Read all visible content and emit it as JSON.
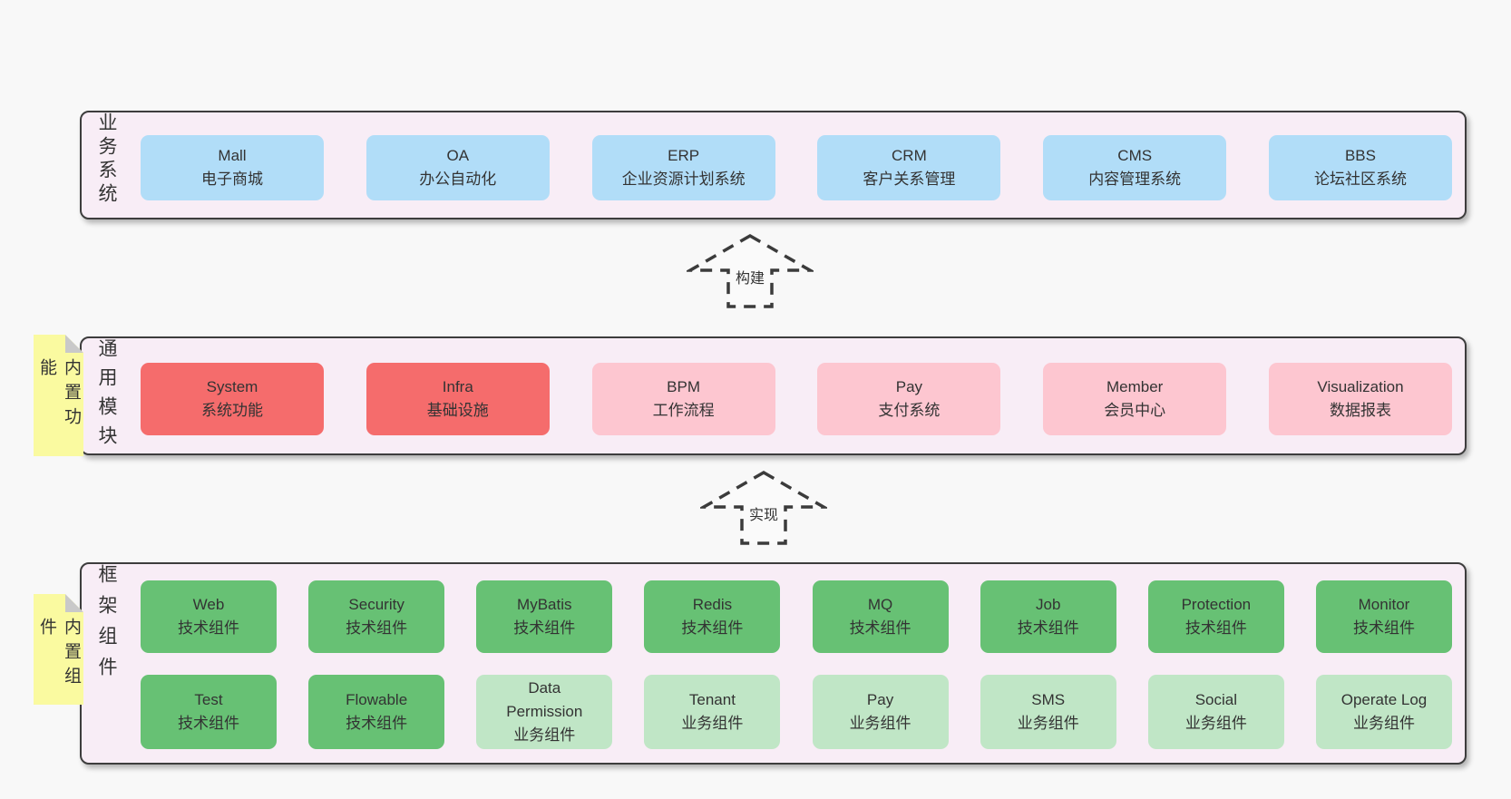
{
  "colors": {
    "page-bg": "#f8f8f8",
    "panel-bg": "#f8edf6",
    "panel-border": "#3d3d3d",
    "blue": "#b1ddf8",
    "red": "#f56c6c",
    "pink": "#fdc6d0",
    "green": "#67c174",
    "lightgreen": "#c0e6c6",
    "sticky": "#fafaa0",
    "fold": "#c9c9c9",
    "arrow": "#3b3b3b",
    "text": "#333333"
  },
  "sections": [
    {
      "id": "business-systems",
      "label": "业务系统",
      "sticky": null,
      "rows": [
        [
          {
            "name": "Mall",
            "desc": "电子商城",
            "type": "blue"
          },
          {
            "name": "OA",
            "desc": "办公自动化",
            "type": "blue"
          },
          {
            "name": "ERP",
            "desc": "企业资源计划系统",
            "type": "blue"
          },
          {
            "name": "CRM",
            "desc": "客户关系管理",
            "type": "blue"
          },
          {
            "name": "CMS",
            "desc": "内容管理系统",
            "type": "blue"
          },
          {
            "name": "BBS",
            "desc": "论坛社区系统",
            "type": "blue"
          }
        ]
      ]
    },
    {
      "id": "common-modules",
      "label": "通用模块",
      "sticky": "内置功能",
      "rows": [
        [
          {
            "name": "System",
            "desc": "系统功能",
            "type": "red"
          },
          {
            "name": "Infra",
            "desc": "基础设施",
            "type": "red"
          },
          {
            "name": "BPM",
            "desc": "工作流程",
            "type": "pink"
          },
          {
            "name": "Pay",
            "desc": "支付系统",
            "type": "pink"
          },
          {
            "name": "Member",
            "desc": "会员中心",
            "type": "pink"
          },
          {
            "name": "Visualization",
            "desc": "数据报表",
            "type": "pink"
          }
        ]
      ]
    },
    {
      "id": "framework-components",
      "label": "框架组件",
      "sticky": "内置组件",
      "rows": [
        [
          {
            "name": "Web",
            "desc": "技术组件",
            "type": "green"
          },
          {
            "name": "Security",
            "desc": "技术组件",
            "type": "green"
          },
          {
            "name": "MyBatis",
            "desc": "技术组件",
            "type": "green"
          },
          {
            "name": "Redis",
            "desc": "技术组件",
            "type": "green"
          },
          {
            "name": "MQ",
            "desc": "技术组件",
            "type": "green"
          },
          {
            "name": "Job",
            "desc": "技术组件",
            "type": "green"
          },
          {
            "name": "Protection",
            "desc": "技术组件",
            "type": "green"
          },
          {
            "name": "Monitor",
            "desc": "技术组件",
            "type": "green"
          }
        ],
        [
          {
            "name": "Test",
            "desc": "技术组件",
            "type": "green"
          },
          {
            "name": "Flowable",
            "desc": "技术组件",
            "type": "green"
          },
          {
            "name": "Data Permission",
            "desc": "业务组件",
            "type": "lightgreen"
          },
          {
            "name": "Tenant",
            "desc": "业务组件",
            "type": "lightgreen"
          },
          {
            "name": "Pay",
            "desc": "业务组件",
            "type": "lightgreen"
          },
          {
            "name": "SMS",
            "desc": "业务组件",
            "type": "lightgreen"
          },
          {
            "name": "Social",
            "desc": "业务组件",
            "type": "lightgreen"
          },
          {
            "name": "Operate Log",
            "desc": "业务组件",
            "type": "lightgreen"
          }
        ]
      ]
    }
  ],
  "arrows": [
    {
      "label": "构建"
    },
    {
      "label": "实现"
    }
  ]
}
